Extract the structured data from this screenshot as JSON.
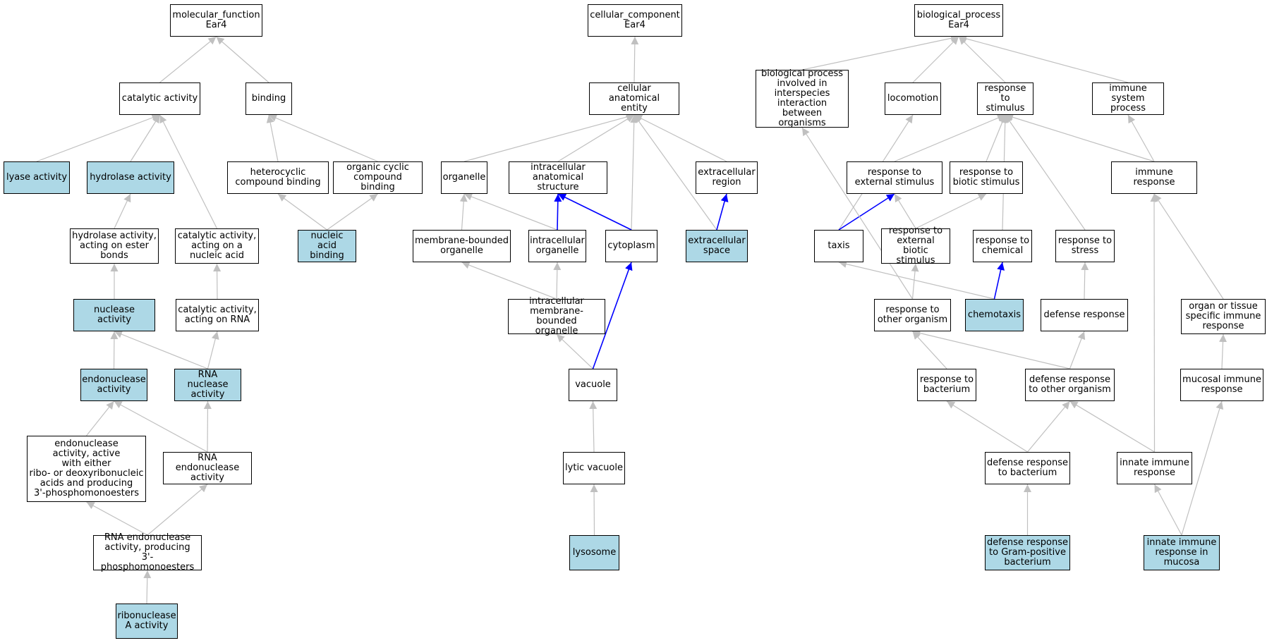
{
  "colors": {
    "highlight_fill": "#add8e6",
    "edge_grey": "#c0c0c0",
    "edge_blue": "#0000ff"
  },
  "nodes": [
    {
      "id": "mf",
      "label": "molecular_function\nEar4",
      "hl": false
    },
    {
      "id": "cat",
      "label": "catalytic activity",
      "hl": false
    },
    {
      "id": "bind",
      "label": "binding",
      "hl": false
    },
    {
      "id": "lyase",
      "label": "lyase activity",
      "hl": true
    },
    {
      "id": "hydro",
      "label": "hydrolase activity",
      "hl": true
    },
    {
      "id": "hetero",
      "label": "heterocyclic\ncompound binding",
      "hl": false
    },
    {
      "id": "orgcyc",
      "label": "organic cyclic\ncompound binding",
      "hl": false
    },
    {
      "id": "hydroester",
      "label": "hydrolase activity,\nacting on ester\nbonds",
      "hl": false
    },
    {
      "id": "catnuc",
      "label": "catalytic activity,\nacting on a\nnucleic acid",
      "hl": false
    },
    {
      "id": "nucbind",
      "label": "nucleic acid\nbinding",
      "hl": true
    },
    {
      "id": "nuclease",
      "label": "nuclease activity",
      "hl": true
    },
    {
      "id": "catrna",
      "label": "catalytic activity,\nacting on RNA",
      "hl": false
    },
    {
      "id": "endo",
      "label": "endonuclease\nactivity",
      "hl": true
    },
    {
      "id": "rnanuc",
      "label": "RNA nuclease\nactivity",
      "hl": true
    },
    {
      "id": "endoribo",
      "label": "endonuclease\nactivity, active\nwith either\nribo- or deoxyribonucleic\nacids and producing\n3'-phosphomonoesters",
      "hl": false
    },
    {
      "id": "rnaendo",
      "label": "RNA endonuclease\nactivity",
      "hl": false
    },
    {
      "id": "rnaendo3",
      "label": "RNA endonuclease\nactivity, producing\n3'-phosphomonoesters",
      "hl": false
    },
    {
      "id": "ribA",
      "label": "ribonuclease\nA activity",
      "hl": true
    },
    {
      "id": "cc",
      "label": "cellular_component\nEar4",
      "hl": false
    },
    {
      "id": "cae",
      "label": "cellular anatomical\nentity",
      "hl": false
    },
    {
      "id": "organelle",
      "label": "organelle",
      "hl": false
    },
    {
      "id": "ias",
      "label": "intracellular\nanatomical structure",
      "hl": false
    },
    {
      "id": "extreg",
      "label": "extracellular\nregion",
      "hl": false
    },
    {
      "id": "mbo",
      "label": "membrane-bounded\norganelle",
      "hl": false
    },
    {
      "id": "intorg",
      "label": "intracellular\norganelle",
      "hl": false
    },
    {
      "id": "cyto",
      "label": "cytoplasm",
      "hl": false
    },
    {
      "id": "extspace",
      "label": "extracellular\nspace",
      "hl": true
    },
    {
      "id": "imbo",
      "label": "intracellular\nmembrane-bounded\norganelle",
      "hl": false
    },
    {
      "id": "vac",
      "label": "vacuole",
      "hl": false
    },
    {
      "id": "lytvac",
      "label": "lytic vacuole",
      "hl": false
    },
    {
      "id": "lyso",
      "label": "lysosome",
      "hl": true
    },
    {
      "id": "bp",
      "label": "biological_process\nEar4",
      "hl": false
    },
    {
      "id": "bpinter",
      "label": "biological process\ninvolved in\ninterspecies\ninteraction\nbetween organisms",
      "hl": false
    },
    {
      "id": "loco",
      "label": "locomotion",
      "hl": false
    },
    {
      "id": "rstim",
      "label": "response to\nstimulus",
      "hl": false
    },
    {
      "id": "isp",
      "label": "immune system\nprocess",
      "hl": false
    },
    {
      "id": "rext",
      "label": "response to\nexternal stimulus",
      "hl": false
    },
    {
      "id": "rbio",
      "label": "response to\nbiotic stimulus",
      "hl": false
    },
    {
      "id": "immresp",
      "label": "immune response",
      "hl": false
    },
    {
      "id": "taxis",
      "label": "taxis",
      "hl": false
    },
    {
      "id": "rextbio",
      "label": "response to\nexternal biotic\nstimulus",
      "hl": false
    },
    {
      "id": "rchem",
      "label": "response to\nchemical",
      "hl": false
    },
    {
      "id": "rstress",
      "label": "response to\nstress",
      "hl": false
    },
    {
      "id": "roth",
      "label": "response to\nother organism",
      "hl": false
    },
    {
      "id": "chemo",
      "label": "chemotaxis",
      "hl": true
    },
    {
      "id": "defresp",
      "label": "defense response",
      "hl": false
    },
    {
      "id": "organimm",
      "label": "organ or tissue\nspecific immune\nresponse",
      "hl": false
    },
    {
      "id": "rbact",
      "label": "response to\nbacterium",
      "hl": false
    },
    {
      "id": "defoth",
      "label": "defense response\nto other organism",
      "hl": false
    },
    {
      "id": "mucimm",
      "label": "mucosal immune\nresponse",
      "hl": false
    },
    {
      "id": "defbact",
      "label": "defense response\nto bacterium",
      "hl": false
    },
    {
      "id": "innate",
      "label": "innate immune\nresponse",
      "hl": false
    },
    {
      "id": "defgram",
      "label": "defense response\nto Gram-positive\nbacterium",
      "hl": true
    },
    {
      "id": "innmuc",
      "label": "innate immune\nresponse in\nmucosa",
      "hl": true
    }
  ],
  "edges": [
    {
      "from": "cat",
      "to": "mf",
      "color": "grey"
    },
    {
      "from": "bind",
      "to": "mf",
      "color": "grey"
    },
    {
      "from": "lyase",
      "to": "cat",
      "color": "grey"
    },
    {
      "from": "hydro",
      "to": "cat",
      "color": "grey"
    },
    {
      "from": "catnuc",
      "to": "cat",
      "color": "grey"
    },
    {
      "from": "hetero",
      "to": "bind",
      "color": "grey"
    },
    {
      "from": "orgcyc",
      "to": "bind",
      "color": "grey"
    },
    {
      "from": "hydroester",
      "to": "hydro",
      "color": "grey"
    },
    {
      "from": "nucbind",
      "to": "hetero",
      "color": "grey"
    },
    {
      "from": "nucbind",
      "to": "orgcyc",
      "color": "grey"
    },
    {
      "from": "nuclease",
      "to": "hydroester",
      "color": "grey"
    },
    {
      "from": "catrna",
      "to": "catnuc",
      "color": "grey"
    },
    {
      "from": "endo",
      "to": "nuclease",
      "color": "grey"
    },
    {
      "from": "rnanuc",
      "to": "nuclease",
      "color": "grey"
    },
    {
      "from": "rnanuc",
      "to": "catrna",
      "color": "grey"
    },
    {
      "from": "endoribo",
      "to": "endo",
      "color": "grey"
    },
    {
      "from": "rnaendo",
      "to": "endo",
      "color": "grey"
    },
    {
      "from": "rnaendo",
      "to": "rnanuc",
      "color": "grey"
    },
    {
      "from": "rnaendo3",
      "to": "endoribo",
      "color": "grey"
    },
    {
      "from": "rnaendo3",
      "to": "rnaendo",
      "color": "grey"
    },
    {
      "from": "ribA",
      "to": "rnaendo3",
      "color": "grey"
    },
    {
      "from": "cae",
      "to": "cc",
      "color": "grey"
    },
    {
      "from": "organelle",
      "to": "cae",
      "color": "grey"
    },
    {
      "from": "ias",
      "to": "cae",
      "color": "grey"
    },
    {
      "from": "cyto",
      "to": "cae",
      "color": "grey"
    },
    {
      "from": "extspace",
      "to": "cae",
      "color": "grey"
    },
    {
      "from": "extreg",
      "to": "cae",
      "color": "grey"
    },
    {
      "from": "mbo",
      "to": "organelle",
      "color": "grey"
    },
    {
      "from": "intorg",
      "to": "organelle",
      "color": "grey"
    },
    {
      "from": "intorg",
      "to": "ias",
      "color": "blue"
    },
    {
      "from": "cyto",
      "to": "ias",
      "color": "blue"
    },
    {
      "from": "extspace",
      "to": "extreg",
      "color": "blue"
    },
    {
      "from": "imbo",
      "to": "mbo",
      "color": "grey"
    },
    {
      "from": "imbo",
      "to": "intorg",
      "color": "grey"
    },
    {
      "from": "vac",
      "to": "imbo",
      "color": "grey"
    },
    {
      "from": "vac",
      "to": "cyto",
      "color": "blue"
    },
    {
      "from": "lytvac",
      "to": "vac",
      "color": "grey"
    },
    {
      "from": "lyso",
      "to": "lytvac",
      "color": "grey"
    },
    {
      "from": "bpinter",
      "to": "bp",
      "color": "grey"
    },
    {
      "from": "loco",
      "to": "bp",
      "color": "grey"
    },
    {
      "from": "rstim",
      "to": "bp",
      "color": "grey"
    },
    {
      "from": "isp",
      "to": "bp",
      "color": "grey"
    },
    {
      "from": "rext",
      "to": "rstim",
      "color": "grey"
    },
    {
      "from": "rbio",
      "to": "rstim",
      "color": "grey"
    },
    {
      "from": "rchem",
      "to": "rstim",
      "color": "grey"
    },
    {
      "from": "rstress",
      "to": "rstim",
      "color": "grey"
    },
    {
      "from": "immresp",
      "to": "rstim",
      "color": "grey"
    },
    {
      "from": "immresp",
      "to": "isp",
      "color": "grey"
    },
    {
      "from": "taxis",
      "to": "loco",
      "color": "grey"
    },
    {
      "from": "taxis",
      "to": "rext",
      "color": "blue"
    },
    {
      "from": "rextbio",
      "to": "rext",
      "color": "grey"
    },
    {
      "from": "rextbio",
      "to": "rbio",
      "color": "grey"
    },
    {
      "from": "chemo",
      "to": "taxis",
      "color": "grey"
    },
    {
      "from": "chemo",
      "to": "rchem",
      "color": "blue"
    },
    {
      "from": "roth",
      "to": "rextbio",
      "color": "grey"
    },
    {
      "from": "roth",
      "to": "bpinter",
      "color": "grey"
    },
    {
      "from": "defresp",
      "to": "rstress",
      "color": "grey"
    },
    {
      "from": "organimm",
      "to": "immresp",
      "color": "grey"
    },
    {
      "from": "rbact",
      "to": "roth",
      "color": "grey"
    },
    {
      "from": "defoth",
      "to": "roth",
      "color": "grey"
    },
    {
      "from": "defoth",
      "to": "defresp",
      "color": "grey"
    },
    {
      "from": "mucimm",
      "to": "organimm",
      "color": "grey"
    },
    {
      "from": "defbact",
      "to": "rbact",
      "color": "grey"
    },
    {
      "from": "defbact",
      "to": "defoth",
      "color": "grey"
    },
    {
      "from": "innate",
      "to": "defoth",
      "color": "grey"
    },
    {
      "from": "innate",
      "to": "immresp",
      "color": "grey"
    },
    {
      "from": "defgram",
      "to": "defbact",
      "color": "grey"
    },
    {
      "from": "innmuc",
      "to": "innate",
      "color": "grey"
    },
    {
      "from": "innmuc",
      "to": "mucimm",
      "color": "grey"
    }
  ]
}
